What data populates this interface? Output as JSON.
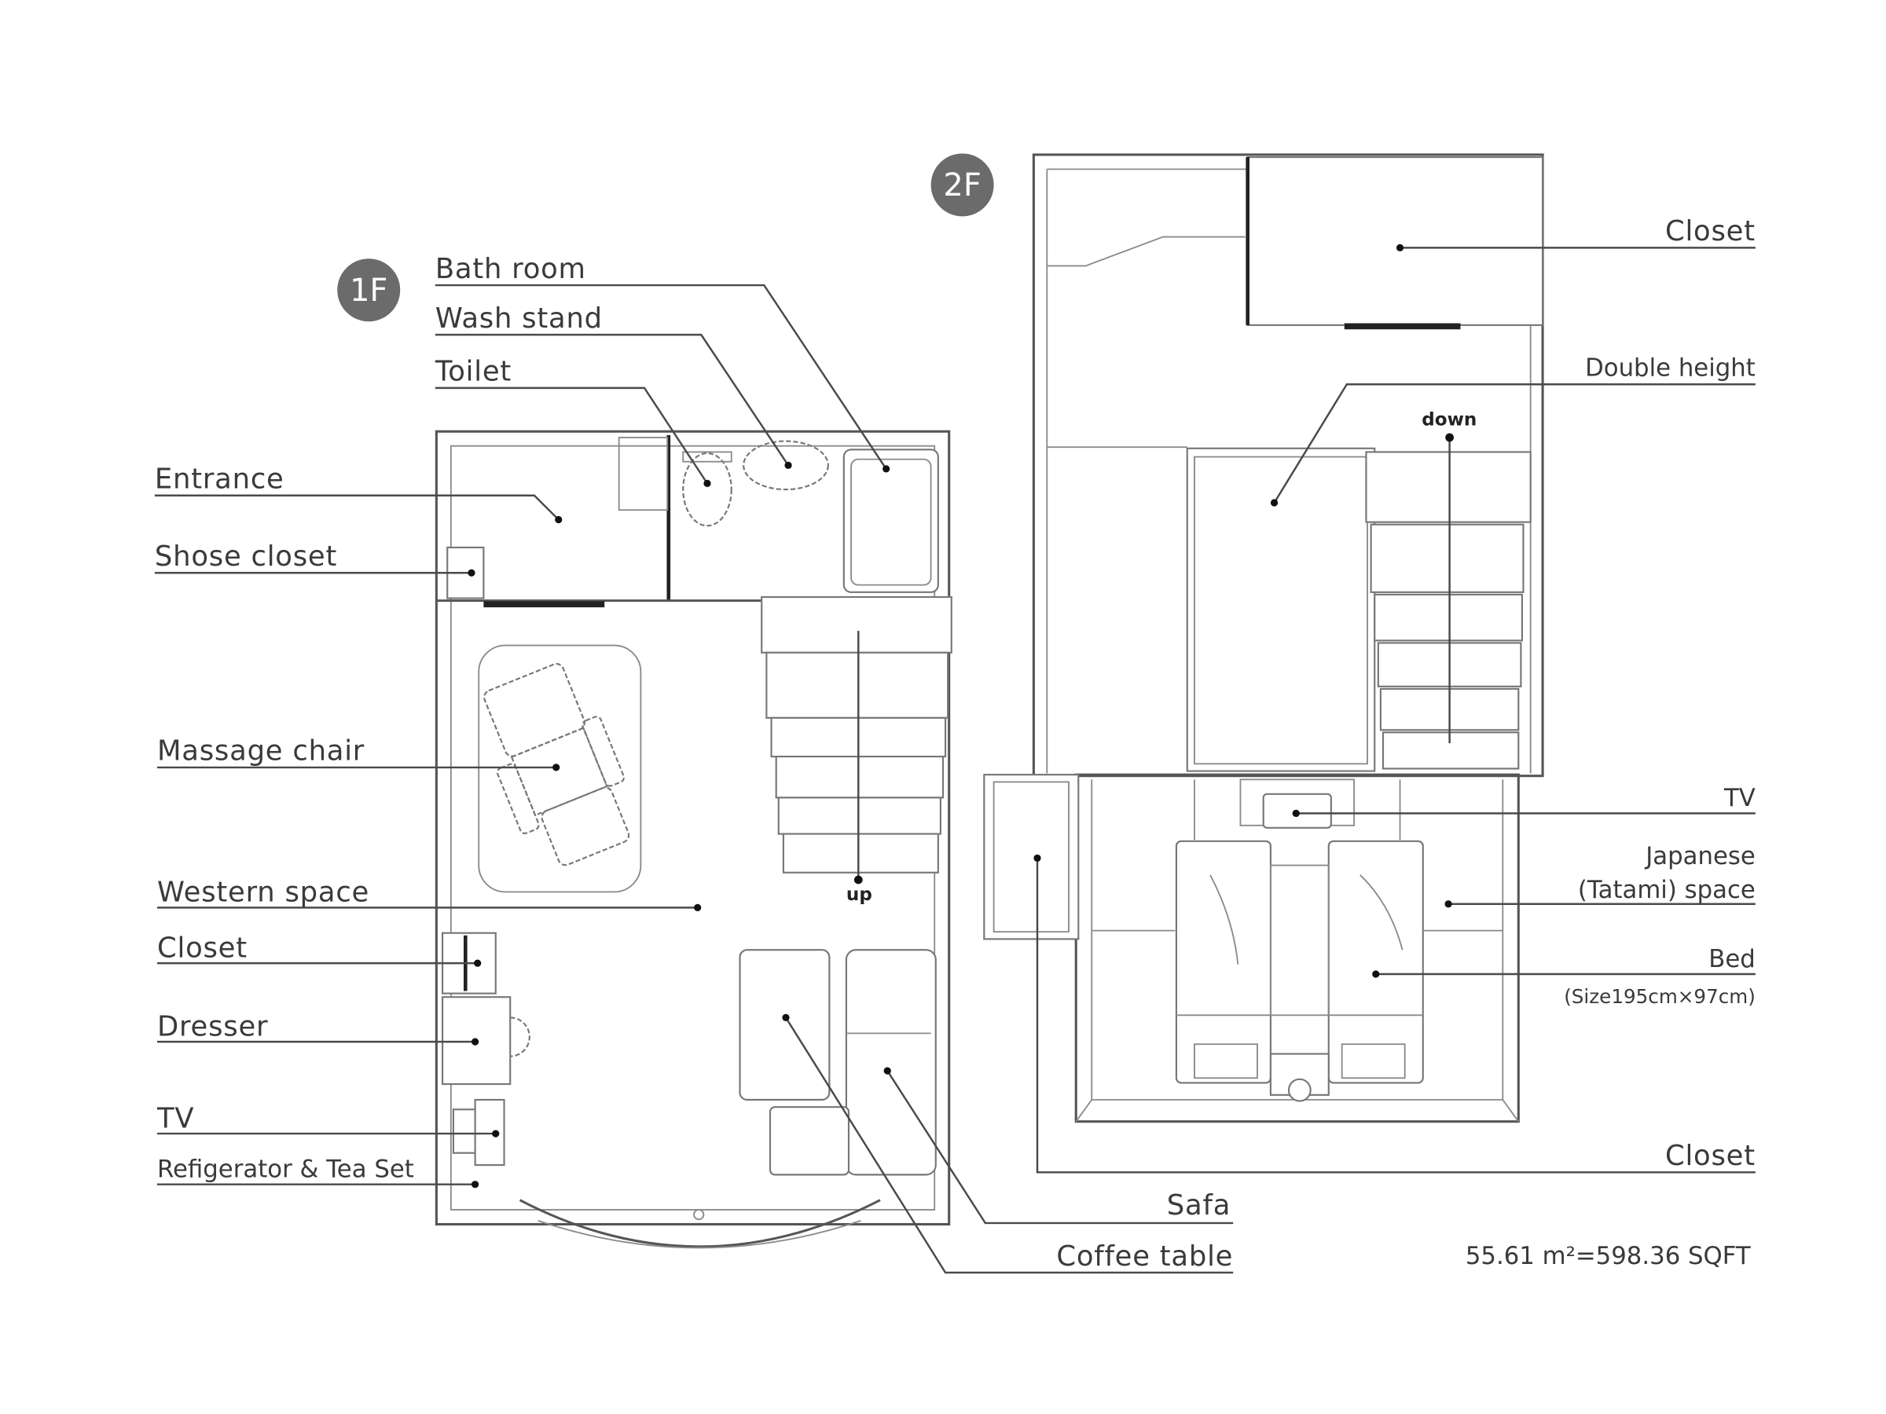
{
  "floors": {
    "first": {
      "badge": "1F",
      "labels": {
        "bath_room": "Bath room",
        "wash_stand": "Wash stand",
        "toilet": "Toilet",
        "entrance": "Entrance",
        "shoe_closet": "Shose closet",
        "massage_chair": "Massage chair",
        "western_space": "Western space",
        "closet": "Closet",
        "dresser": "Dresser",
        "tv": "TV",
        "refrigerator": "Refigerator & Tea Set",
        "sofa": "Safa",
        "coffee_table": "Coffee table"
      },
      "stair_label": "up"
    },
    "second": {
      "badge": "2F",
      "labels": {
        "closet_top": "Closet",
        "double_height": "Double height",
        "tv": "TV",
        "japanese_space_line1": "Japanese",
        "japanese_space_line2": "(Tatami) space",
        "bed": "Bed",
        "bed_size": "(Size195cm×97cm)",
        "closet_bottom": "Closet"
      },
      "stair_label": "down"
    }
  },
  "area": "55.61 m²=598.36 SQFT",
  "colors": {
    "badge": "#6b6b6b",
    "line": "#4a4a4a",
    "text": "#3a3a3a",
    "background": "#ffffff"
  }
}
